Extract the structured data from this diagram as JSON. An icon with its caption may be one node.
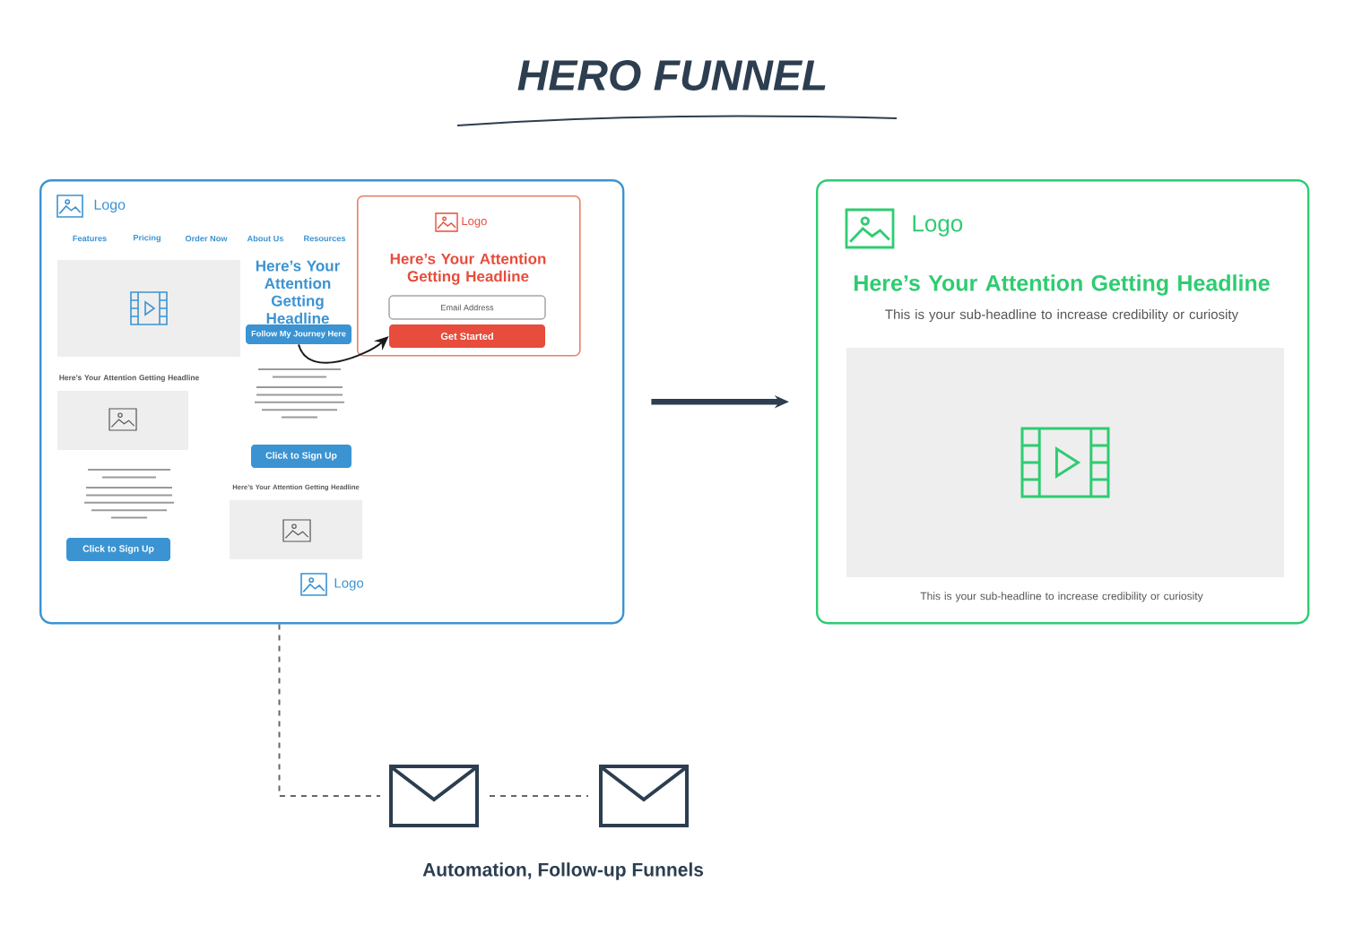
{
  "diagram": {
    "title": "HERO FUNNEL",
    "nodes": [
      {
        "text": [
          "Logo",
          "Features",
          "Pricing",
          "Order Now",
          "About Us",
          "Resources",
          "Here’s Your Attention Getting Headline",
          "Here’s Your Attention Getting Headline",
          "Here’s Your Attention Getting Headline",
          "Logo"
        ]
      },
      {
        "text": [
          "Follow My Journey Here"
        ],
        "in": 0
      },
      {
        "text": [
          "Click to Sign Up"
        ],
        "in": 0
      },
      {
        "text": [
          "Click to Sign Up"
        ],
        "in": 0
      },
      {
        "text": [
          "Logo",
          "Here’s Your Attention Getting Headline"
        ],
        "in": 0
      },
      {
        "text": [
          "Email Address"
        ],
        "in": 4
      },
      {
        "text": [
          "Get Started"
        ],
        "in": 4
      },
      {
        "text": [
          "Logo",
          "Here’s Your Attention Getting Headline",
          "This is your sub-headline to increase credibility or curiosity",
          "This is your sub-headline to increase credibility or curiosity"
        ]
      },
      {
        "text": [],
        "shape": "envelope"
      },
      {
        "text": [],
        "shape": "envelope"
      }
    ],
    "edges": [
      {
        "from": 1,
        "to": 6,
        "arrow": "to",
        "color": "#1a1a1a"
      },
      {
        "from": 0,
        "to": 7,
        "arrow": "to",
        "style": "thick"
      },
      {
        "from": 0,
        "to": 8,
        "arrow": "none",
        "style": "dashed",
        "color": "#666666"
      },
      {
        "from": 8,
        "to": 9,
        "arrow": "none",
        "style": "dashed",
        "color": "#666666"
      }
    ],
    "labels": [
      "Automation, Follow-up Funnels"
    ]
  }
}
